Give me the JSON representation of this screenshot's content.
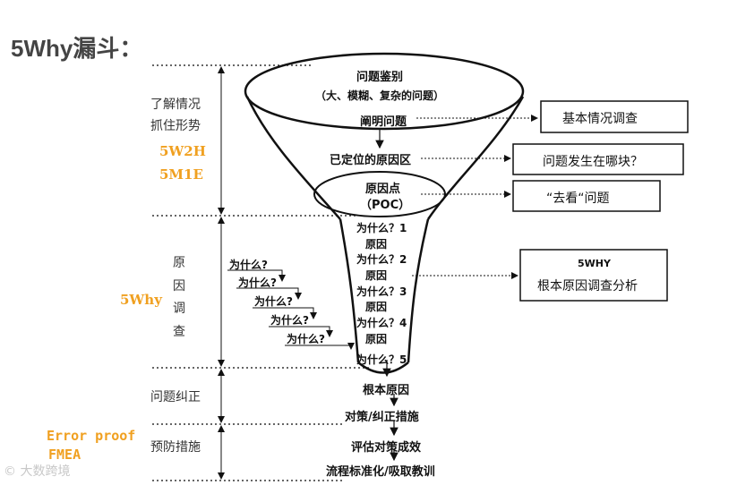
{
  "title": "5Why漏斗：",
  "left_labels": {
    "understand_1": "了解情况",
    "understand_2": "抓住形势",
    "method_1": "5W2H",
    "method_2": "5M1E",
    "analysis_chars": [
      "原",
      "因",
      "调",
      "查"
    ],
    "five_why": "5Why",
    "correction": "问题纠正",
    "prevention": "预防措施",
    "error_proof": "Error proof",
    "fmea": "FMEA"
  },
  "funnel": {
    "top_1": "问题鉴别",
    "top_2": "（大、模糊、复杂的问题）",
    "clarify": "阐明问题",
    "located": "已定位的原因区",
    "poc_1": "原因点",
    "poc_2": "（POC）",
    "why_steps": [
      {
        "why": "为什么？1",
        "cause": "原因"
      },
      {
        "why": "为什么？2",
        "cause": "原因"
      },
      {
        "why": "为什么？3",
        "cause": "原因"
      },
      {
        "why": "为什么？4",
        "cause": "原因"
      },
      {
        "why": "为什么？5",
        "cause": ""
      }
    ]
  },
  "boxes": {
    "basic": "基本情况调查",
    "where": "问题发生在哪块？",
    "go_see": "“去看“问题",
    "fivewhy_1": "5WHY",
    "fivewhy_2": "根本原因调查分析"
  },
  "staircase": [
    "为什么?",
    "为什么?",
    "为什么?",
    "为什么?",
    "为什么?"
  ],
  "bottom_steps": [
    "根本原因",
    "对策/纠正措施",
    "评估对策成效",
    "流程标准化/吸取教训"
  ],
  "watermark": "© 大数跨境"
}
